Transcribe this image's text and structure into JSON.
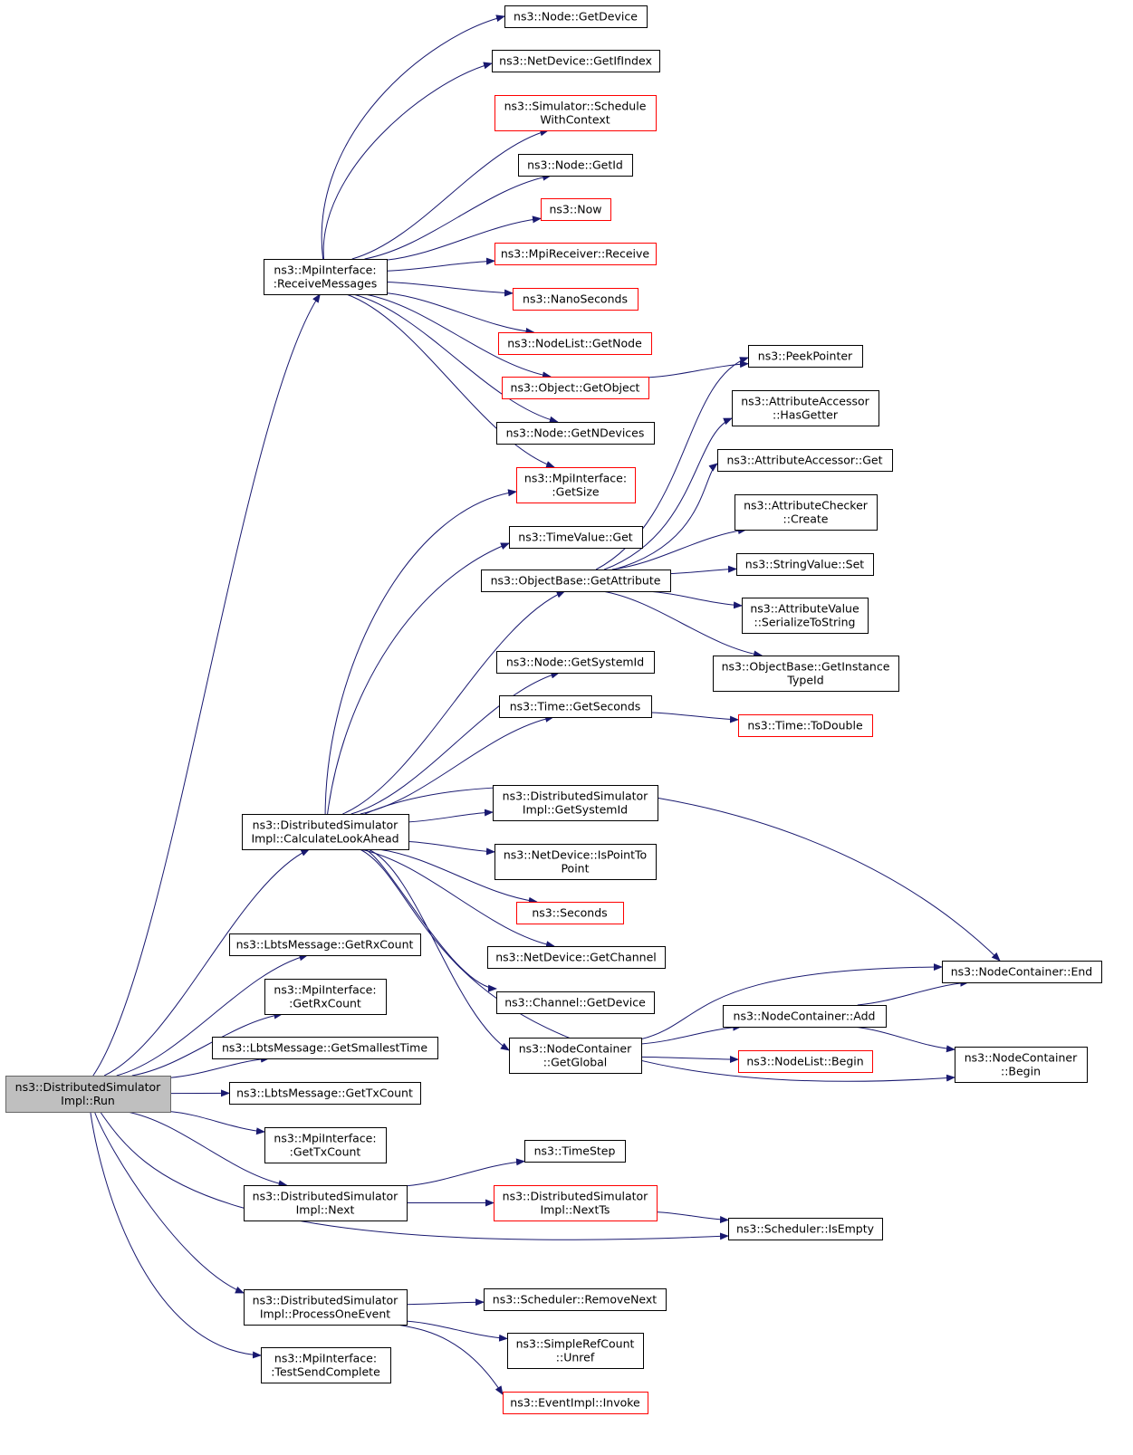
{
  "colors": {
    "edge": "#191970",
    "text": "#000000",
    "normal_border": "#000000",
    "normal_fill": "#ffffff",
    "truncated_border": "#ff0000",
    "root_fill": "#bfbfbf",
    "root_border": "#666666"
  },
  "nodes": [
    {
      "id": "run",
      "style": "root",
      "lines": [
        "ns3::DistributedSimulator",
        "Impl::Run"
      ]
    },
    {
      "id": "receiveMessages",
      "style": "normal",
      "lines": [
        "ns3::MpiInterface:",
        ":ReceiveMessages"
      ]
    },
    {
      "id": "nodeGetDevice",
      "style": "normal",
      "lines": [
        "ns3::Node::GetDevice"
      ]
    },
    {
      "id": "netDeviceGetIfIndex",
      "style": "normal",
      "lines": [
        "ns3::NetDevice::GetIfIndex"
      ]
    },
    {
      "id": "scheduleWithContext",
      "style": "truncated",
      "lines": [
        "ns3::Simulator::Schedule",
        "WithContext"
      ]
    },
    {
      "id": "nodeGetId",
      "style": "normal",
      "lines": [
        "ns3::Node::GetId"
      ]
    },
    {
      "id": "now",
      "style": "truncated",
      "lines": [
        "ns3::Now"
      ]
    },
    {
      "id": "mpiReceiverReceive",
      "style": "truncated",
      "lines": [
        "ns3::MpiReceiver::Receive"
      ]
    },
    {
      "id": "nanoSeconds",
      "style": "truncated",
      "lines": [
        "ns3::NanoSeconds"
      ]
    },
    {
      "id": "nodeListGetNode",
      "style": "truncated",
      "lines": [
        "ns3::NodeList::GetNode"
      ]
    },
    {
      "id": "objectGetObject",
      "style": "truncated",
      "lines": [
        "ns3::Object::GetObject"
      ]
    },
    {
      "id": "nodeGetNDevices",
      "style": "normal",
      "lines": [
        "ns3::Node::GetNDevices"
      ]
    },
    {
      "id": "mpiGetSize",
      "style": "truncated",
      "lines": [
        "ns3::MpiInterface:",
        ":GetSize"
      ]
    },
    {
      "id": "peekPointer",
      "style": "normal",
      "lines": [
        "ns3::PeekPointer"
      ]
    },
    {
      "id": "hasGetter",
      "style": "normal",
      "lines": [
        "ns3::AttributeAccessor",
        "::HasGetter"
      ]
    },
    {
      "id": "accessorGet",
      "style": "normal",
      "lines": [
        "ns3::AttributeAccessor::Get"
      ]
    },
    {
      "id": "checkerCreate",
      "style": "normal",
      "lines": [
        "ns3::AttributeChecker",
        "::Create"
      ]
    },
    {
      "id": "stringValueSet",
      "style": "normal",
      "lines": [
        "ns3::StringValue::Set"
      ]
    },
    {
      "id": "serializeToString",
      "style": "normal",
      "lines": [
        "ns3::AttributeValue",
        "::SerializeToString"
      ]
    },
    {
      "id": "getInstanceTypeId",
      "style": "normal",
      "lines": [
        "ns3::ObjectBase::GetInstance",
        "TypeId"
      ]
    },
    {
      "id": "timeValueGet",
      "style": "normal",
      "lines": [
        "ns3::TimeValue::Get"
      ]
    },
    {
      "id": "getAttribute",
      "style": "normal",
      "lines": [
        "ns3::ObjectBase::GetAttribute"
      ]
    },
    {
      "id": "nodeGetSystemId",
      "style": "normal",
      "lines": [
        "ns3::Node::GetSystemId"
      ]
    },
    {
      "id": "timeGetSeconds",
      "style": "normal",
      "lines": [
        "ns3::Time::GetSeconds"
      ]
    },
    {
      "id": "timeToDouble",
      "style": "truncated",
      "lines": [
        "ns3::Time::ToDouble"
      ]
    },
    {
      "id": "calculateLookAhead",
      "style": "normal",
      "lines": [
        "ns3::DistributedSimulator",
        "Impl::CalculateLookAhead"
      ]
    },
    {
      "id": "dsiGetSystemId",
      "style": "normal",
      "lines": [
        "ns3::DistributedSimulator",
        "Impl::GetSystemId"
      ]
    },
    {
      "id": "isPointToPoint",
      "style": "normal",
      "lines": [
        "ns3::NetDevice::IsPointTo",
        "Point"
      ]
    },
    {
      "id": "seconds",
      "style": "truncated",
      "lines": [
        "ns3::Seconds"
      ]
    },
    {
      "id": "netDeviceGetChannel",
      "style": "normal",
      "lines": [
        "ns3::NetDevice::GetChannel"
      ]
    },
    {
      "id": "channelGetDevice",
      "style": "normal",
      "lines": [
        "ns3::Channel::GetDevice"
      ]
    },
    {
      "id": "nodeContainerGetGlobal",
      "style": "normal",
      "lines": [
        "ns3::NodeContainer",
        "::GetGlobal"
      ]
    },
    {
      "id": "nodeContainerEnd",
      "style": "normal",
      "lines": [
        "ns3::NodeContainer::End"
      ]
    },
    {
      "id": "nodeContainerAdd",
      "style": "normal",
      "lines": [
        "ns3::NodeContainer::Add"
      ]
    },
    {
      "id": "nodeListBegin",
      "style": "truncated",
      "lines": [
        "ns3::NodeList::Begin"
      ]
    },
    {
      "id": "nodeContainerBegin",
      "style": "normal",
      "lines": [
        "ns3::NodeContainer",
        "::Begin"
      ]
    },
    {
      "id": "lbtsGetRxCount",
      "style": "normal",
      "lines": [
        "ns3::LbtsMessage::GetRxCount"
      ]
    },
    {
      "id": "mpiGetRxCount",
      "style": "normal",
      "lines": [
        "ns3::MpiInterface:",
        ":GetRxCount"
      ]
    },
    {
      "id": "lbtsGetSmallestTime",
      "style": "normal",
      "lines": [
        "ns3::LbtsMessage::GetSmallestTime"
      ]
    },
    {
      "id": "lbtsGetTxCount",
      "style": "normal",
      "lines": [
        "ns3::LbtsMessage::GetTxCount"
      ]
    },
    {
      "id": "mpiGetTxCount",
      "style": "normal",
      "lines": [
        "ns3::MpiInterface:",
        ":GetTxCount"
      ]
    },
    {
      "id": "dsiNext",
      "style": "normal",
      "lines": [
        "ns3::DistributedSimulator",
        "Impl::Next"
      ]
    },
    {
      "id": "timeStep",
      "style": "normal",
      "lines": [
        "ns3::TimeStep"
      ]
    },
    {
      "id": "dsiNextTs",
      "style": "truncated",
      "lines": [
        "ns3::DistributedSimulator",
        "Impl::NextTs"
      ]
    },
    {
      "id": "schedulerIsEmpty",
      "style": "normal",
      "lines": [
        "ns3::Scheduler::IsEmpty"
      ]
    },
    {
      "id": "processOneEvent",
      "style": "normal",
      "lines": [
        "ns3::DistributedSimulator",
        "Impl::ProcessOneEvent"
      ]
    },
    {
      "id": "schedulerRemoveNext",
      "style": "normal",
      "lines": [
        "ns3::Scheduler::RemoveNext"
      ]
    },
    {
      "id": "simpleRefCountUnref",
      "style": "normal",
      "lines": [
        "ns3::SimpleRefCount",
        "::Unref"
      ]
    },
    {
      "id": "eventImplInvoke",
      "style": "truncated",
      "lines": [
        "ns3::EventImpl::Invoke"
      ]
    },
    {
      "id": "testSendComplete",
      "style": "normal",
      "lines": [
        "ns3::MpiInterface:",
        ":TestSendComplete"
      ]
    }
  ],
  "edges": [
    [
      "run",
      "receiveMessages"
    ],
    [
      "run",
      "calculateLookAhead"
    ],
    [
      "run",
      "lbtsGetRxCount"
    ],
    [
      "run",
      "mpiGetRxCount"
    ],
    [
      "run",
      "lbtsGetSmallestTime"
    ],
    [
      "run",
      "lbtsGetTxCount"
    ],
    [
      "run",
      "mpiGetTxCount"
    ],
    [
      "run",
      "dsiNext"
    ],
    [
      "run",
      "schedulerIsEmpty"
    ],
    [
      "run",
      "processOneEvent"
    ],
    [
      "run",
      "testSendComplete"
    ],
    [
      "receiveMessages",
      "nodeGetDevice"
    ],
    [
      "receiveMessages",
      "netDeviceGetIfIndex"
    ],
    [
      "receiveMessages",
      "scheduleWithContext"
    ],
    [
      "receiveMessages",
      "nodeGetId"
    ],
    [
      "receiveMessages",
      "now"
    ],
    [
      "receiveMessages",
      "mpiReceiverReceive"
    ],
    [
      "receiveMessages",
      "nanoSeconds"
    ],
    [
      "receiveMessages",
      "nodeListGetNode"
    ],
    [
      "receiveMessages",
      "objectGetObject"
    ],
    [
      "receiveMessages",
      "nodeGetNDevices"
    ],
    [
      "receiveMessages",
      "mpiGetSize"
    ],
    [
      "objectGetObject",
      "peekPointer"
    ],
    [
      "getAttribute",
      "peekPointer"
    ],
    [
      "getAttribute",
      "hasGetter"
    ],
    [
      "getAttribute",
      "accessorGet"
    ],
    [
      "getAttribute",
      "checkerCreate"
    ],
    [
      "getAttribute",
      "stringValueSet"
    ],
    [
      "getAttribute",
      "serializeToString"
    ],
    [
      "getAttribute",
      "getInstanceTypeId"
    ],
    [
      "calculateLookAhead",
      "mpiGetSize"
    ],
    [
      "calculateLookAhead",
      "timeValueGet"
    ],
    [
      "calculateLookAhead",
      "getAttribute"
    ],
    [
      "calculateLookAhead",
      "nodeGetSystemId"
    ],
    [
      "calculateLookAhead",
      "timeGetSeconds"
    ],
    [
      "calculateLookAhead",
      "nodeContainerEnd"
    ],
    [
      "calculateLookAhead",
      "dsiGetSystemId"
    ],
    [
      "calculateLookAhead",
      "isPointToPoint"
    ],
    [
      "calculateLookAhead",
      "seconds"
    ],
    [
      "calculateLookAhead",
      "netDeviceGetChannel"
    ],
    [
      "calculateLookAhead",
      "channelGetDevice"
    ],
    [
      "calculateLookAhead",
      "nodeContainerGetGlobal"
    ],
    [
      "calculateLookAhead",
      "nodeContainerBegin"
    ],
    [
      "timeGetSeconds",
      "timeToDouble"
    ],
    [
      "nodeContainerGetGlobal",
      "nodeContainerEnd"
    ],
    [
      "nodeContainerGetGlobal",
      "nodeContainerAdd"
    ],
    [
      "nodeContainerGetGlobal",
      "nodeListBegin"
    ],
    [
      "nodeContainerAdd",
      "nodeContainerEnd"
    ],
    [
      "nodeContainerAdd",
      "nodeContainerBegin"
    ],
    [
      "dsiNext",
      "timeStep"
    ],
    [
      "dsiNext",
      "dsiNextTs"
    ],
    [
      "dsiNextTs",
      "schedulerIsEmpty"
    ],
    [
      "processOneEvent",
      "schedulerRemoveNext"
    ],
    [
      "processOneEvent",
      "simpleRefCountUnref"
    ],
    [
      "processOneEvent",
      "eventImplInvoke"
    ]
  ]
}
